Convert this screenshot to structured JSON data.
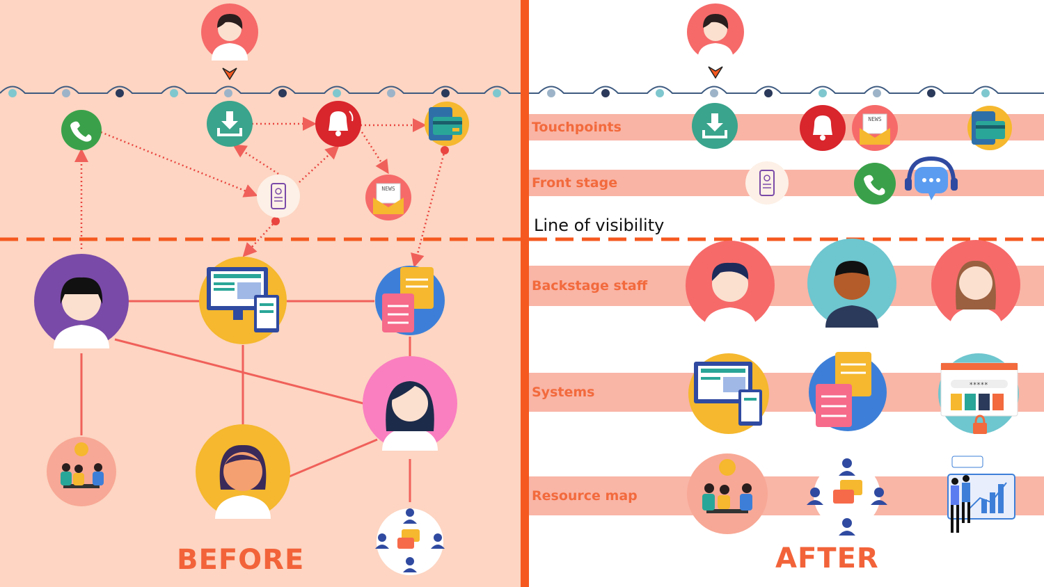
{
  "before_label": "BEFORE",
  "after_label": "AFTER",
  "lanes": {
    "touchpoints": "Touchpoints",
    "front_stage": "Front stage",
    "line_of_visibility": "Line of visibility",
    "backstage_staff": "Backstage staff",
    "systems": "Systems",
    "resource_map": "Resource map"
  },
  "colors": {
    "before_bg": "#fdd5c2",
    "accent": "#f5591f",
    "lane_band": "#f8a896",
    "timeline": "#3d5a80",
    "connector": "#f0605a",
    "green": "#3aa14a",
    "teal": "#3aa48c",
    "red": "#d9252c",
    "purple": "#7a4aa8",
    "yellow": "#f5b82e",
    "pink": "#fa7fc0",
    "coral": "#f66a6a"
  },
  "dot_icons": "password-dots-icon"
}
